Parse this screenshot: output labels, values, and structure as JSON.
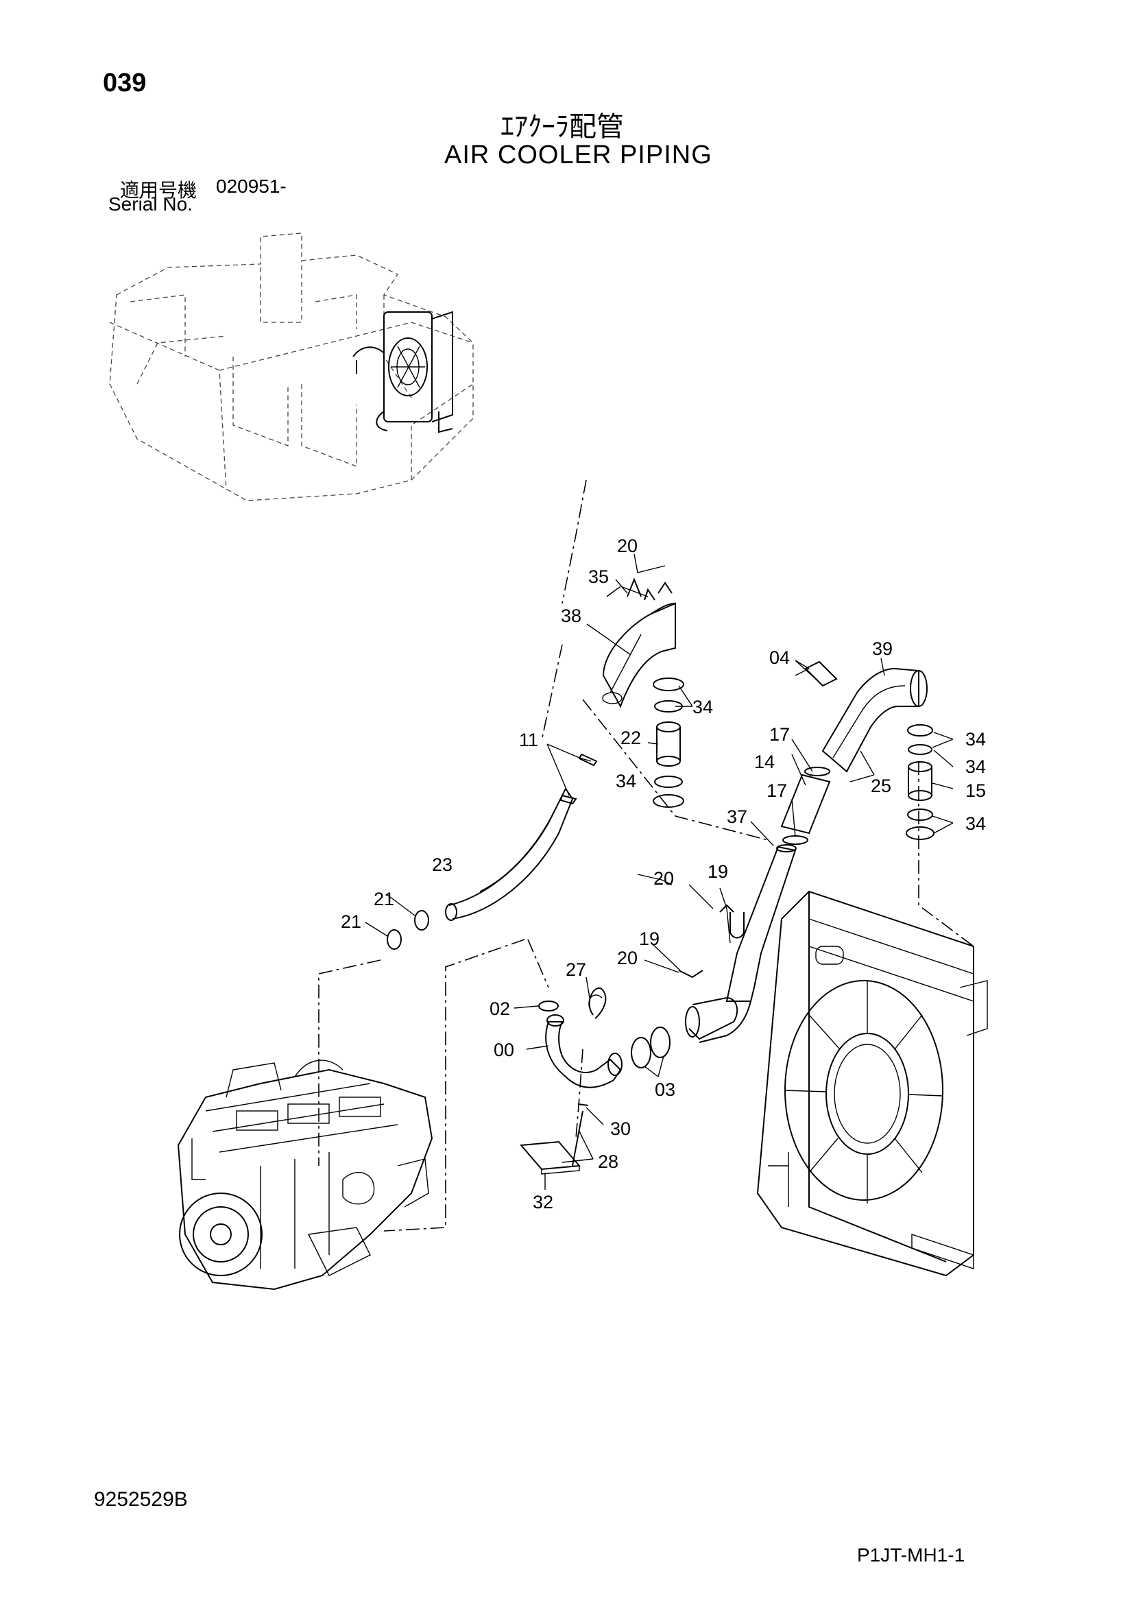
{
  "header": {
    "page_number": "039",
    "title_jp": "ｴｱｸｰﾗ配管",
    "title_en": "AIR COOLER PIPING",
    "serial_label_jp": "適用号機",
    "serial_value": "020951-",
    "serial_label_en": "Serial No."
  },
  "callouts": {
    "c20a": "20",
    "c35": "35",
    "c38": "38",
    "c04": "04",
    "c39": "39",
    "c34a": "34",
    "c11": "11",
    "c22": "22",
    "c17a": "17",
    "c14": "14",
    "c34b": "34",
    "c34c": "34",
    "c25": "25",
    "c34d": "34",
    "c17b": "17",
    "c15": "15",
    "c34e": "34",
    "c37": "37",
    "c23": "23",
    "c20b": "20",
    "c19a": "19",
    "c21a": "21",
    "c21b": "21",
    "c19b": "19",
    "c20c": "20",
    "c27": "27",
    "c02": "02",
    "c00": "00",
    "c03": "03",
    "c30": "30",
    "c28": "28",
    "c32": "32"
  },
  "footer": {
    "doc_code": "9252529B",
    "sheet_code": "P1JT-MH1-1"
  }
}
